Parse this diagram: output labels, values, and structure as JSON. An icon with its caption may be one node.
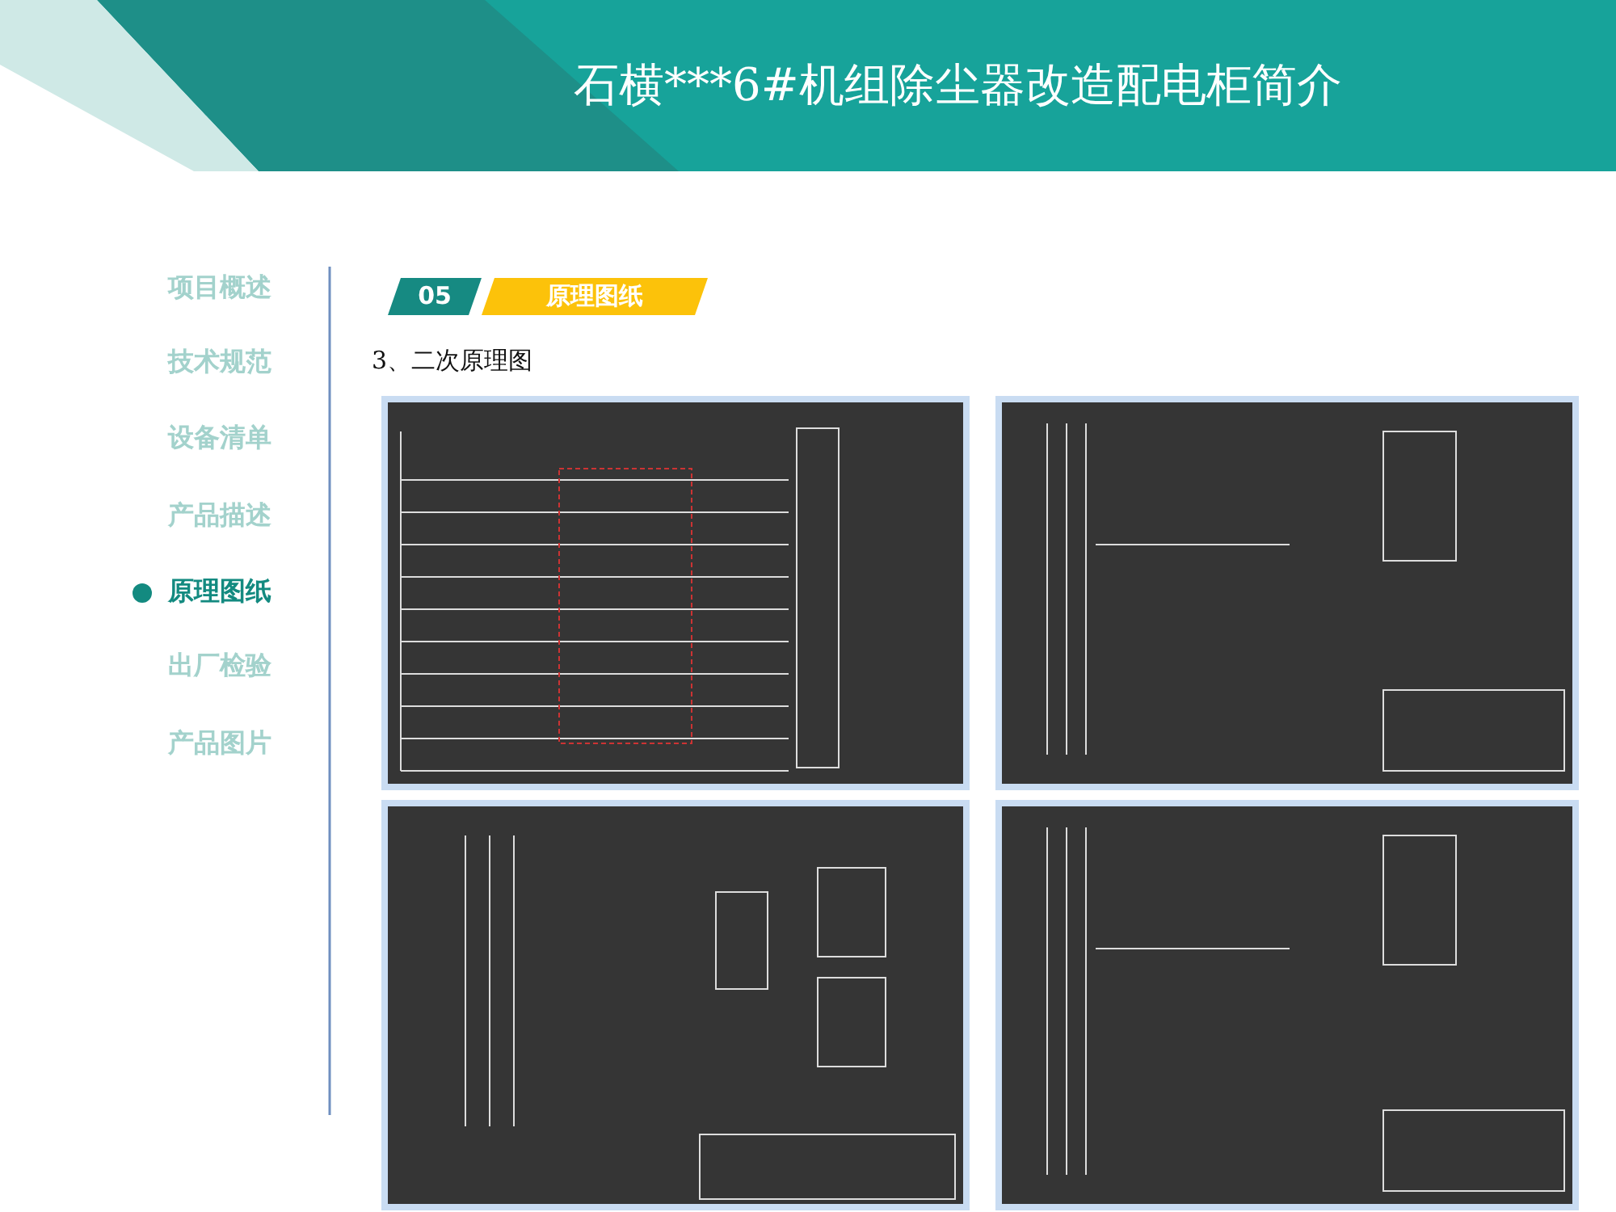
{
  "diagram": {
    "title": "石横***6#机组除尘器改造配电柜简介",
    "nodes": [
      {
        "text": [
          "05"
        ]
      },
      {
        "text": [
          "原理图纸"
        ]
      }
    ],
    "labels": [
      "项目概述",
      "技术规范",
      "设备清单",
      "产品描述",
      "原理图纸",
      "出厂检验",
      "产品图片",
      "3、二次原理图"
    ]
  }
}
